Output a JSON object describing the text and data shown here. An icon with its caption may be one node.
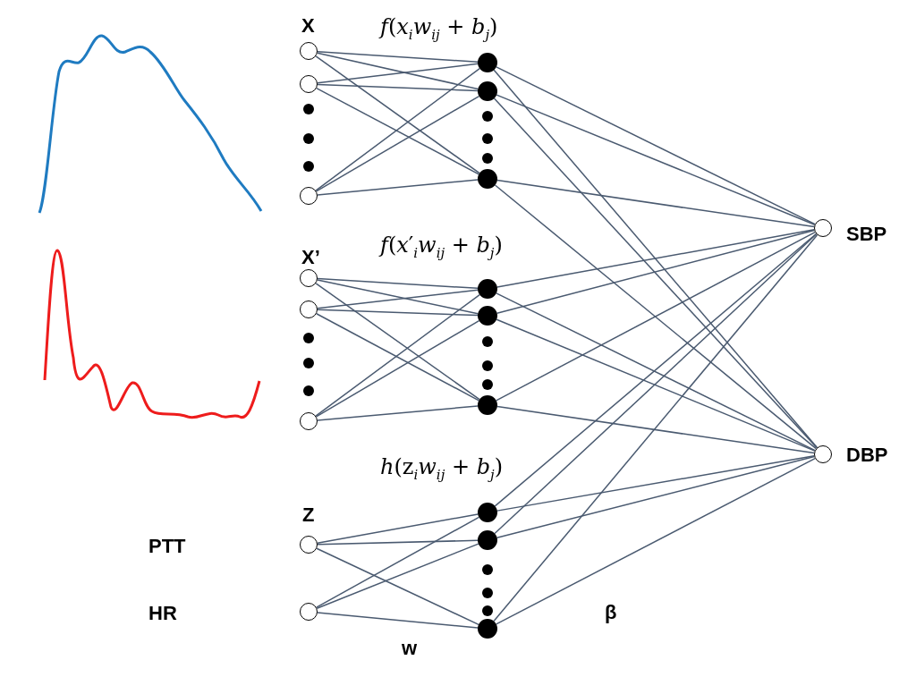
{
  "diagram": {
    "nodes": [
      {
        "text": [],
        "shape": "circle"
      },
      {
        "text": [],
        "shape": "circle"
      },
      {
        "text": [],
        "shape": "circle"
      },
      {
        "text": [],
        "shape": "circle"
      },
      {
        "text": [],
        "shape": "circle"
      },
      {
        "text": [],
        "shape": "circle"
      },
      {
        "text": [],
        "shape": "circle"
      },
      {
        "text": [],
        "shape": "circle"
      },
      {
        "text": [],
        "shape": "circle"
      },
      {
        "text": [],
        "shape": "circle"
      },
      {
        "text": [],
        "shape": "circle"
      },
      {
        "text": [],
        "shape": "circle"
      },
      {
        "text": [],
        "shape": "circle"
      },
      {
        "text": [],
        "shape": "circle"
      },
      {
        "text": [],
        "shape": "circle"
      },
      {
        "text": [],
        "shape": "circle"
      },
      {
        "text": [],
        "shape": "circle"
      },
      {
        "text": [],
        "shape": "circle",
        "beside": [
          "SBP"
        ]
      },
      {
        "text": [],
        "shape": "circle",
        "beside": [
          "DBP"
        ]
      }
    ],
    "edges": [
      {
        "from": 0,
        "to": 3,
        "arrow": "none"
      },
      {
        "from": 0,
        "to": 4,
        "arrow": "none"
      },
      {
        "from": 0,
        "to": 5,
        "arrow": "none"
      },
      {
        "from": 1,
        "to": 3,
        "arrow": "none"
      },
      {
        "from": 1,
        "to": 4,
        "arrow": "none"
      },
      {
        "from": 1,
        "to": 5,
        "arrow": "none"
      },
      {
        "from": 2,
        "to": 3,
        "arrow": "none"
      },
      {
        "from": 2,
        "to": 4,
        "arrow": "none"
      },
      {
        "from": 2,
        "to": 5,
        "arrow": "none"
      },
      {
        "from": 6,
        "to": 9,
        "arrow": "none"
      },
      {
        "from": 6,
        "to": 10,
        "arrow": "none"
      },
      {
        "from": 6,
        "to": 11,
        "arrow": "none"
      },
      {
        "from": 7,
        "to": 9,
        "arrow": "none"
      },
      {
        "from": 7,
        "to": 10,
        "arrow": "none"
      },
      {
        "from": 7,
        "to": 11,
        "arrow": "none"
      },
      {
        "from": 8,
        "to": 9,
        "arrow": "none"
      },
      {
        "from": 8,
        "to": 10,
        "arrow": "none"
      },
      {
        "from": 8,
        "to": 11,
        "arrow": "none"
      },
      {
        "from": 12,
        "to": 14,
        "arrow": "none"
      },
      {
        "from": 12,
        "to": 15,
        "arrow": "none"
      },
      {
        "from": 12,
        "to": 16,
        "arrow": "none"
      },
      {
        "from": 13,
        "to": 14,
        "arrow": "none"
      },
      {
        "from": 13,
        "to": 15,
        "arrow": "none"
      },
      {
        "from": 13,
        "to": 16,
        "arrow": "none"
      },
      {
        "from": 3,
        "to": 17,
        "arrow": "none"
      },
      {
        "from": 3,
        "to": 18,
        "arrow": "none"
      },
      {
        "from": 4,
        "to": 17,
        "arrow": "none"
      },
      {
        "from": 4,
        "to": 18,
        "arrow": "none"
      },
      {
        "from": 5,
        "to": 17,
        "arrow": "none"
      },
      {
        "from": 5,
        "to": 18,
        "arrow": "none"
      },
      {
        "from": 9,
        "to": 17,
        "arrow": "none"
      },
      {
        "from": 9,
        "to": 18,
        "arrow": "none"
      },
      {
        "from": 10,
        "to": 17,
        "arrow": "none"
      },
      {
        "from": 10,
        "to": 18,
        "arrow": "none"
      },
      {
        "from": 11,
        "to": 17,
        "arrow": "none"
      },
      {
        "from": 11,
        "to": 18,
        "arrow": "none"
      },
      {
        "from": 14,
        "to": 17,
        "arrow": "none"
      },
      {
        "from": 14,
        "to": 18,
        "arrow": "none"
      },
      {
        "from": 15,
        "to": 17,
        "arrow": "none"
      },
      {
        "from": 15,
        "to": 18,
        "arrow": "none"
      },
      {
        "from": 16,
        "to": 17,
        "arrow": "none"
      },
      {
        "from": 16,
        "to": 18,
        "arrow": "none"
      }
    ],
    "labels": [
      "X",
      "*f*(*x*$_{i}$*w*$_{ij}$ + *b*$_{j}$)",
      "X’",
      "*f*(*x*′$_{i}$*w*$_{ij}$ + *b*$_{j}$)",
      "*h*(z$_{i}$*w*$_{ij}$ + *b*$_{j}$)",
      "Z",
      "PTT",
      "HR",
      "β",
      "w"
    ]
  }
}
